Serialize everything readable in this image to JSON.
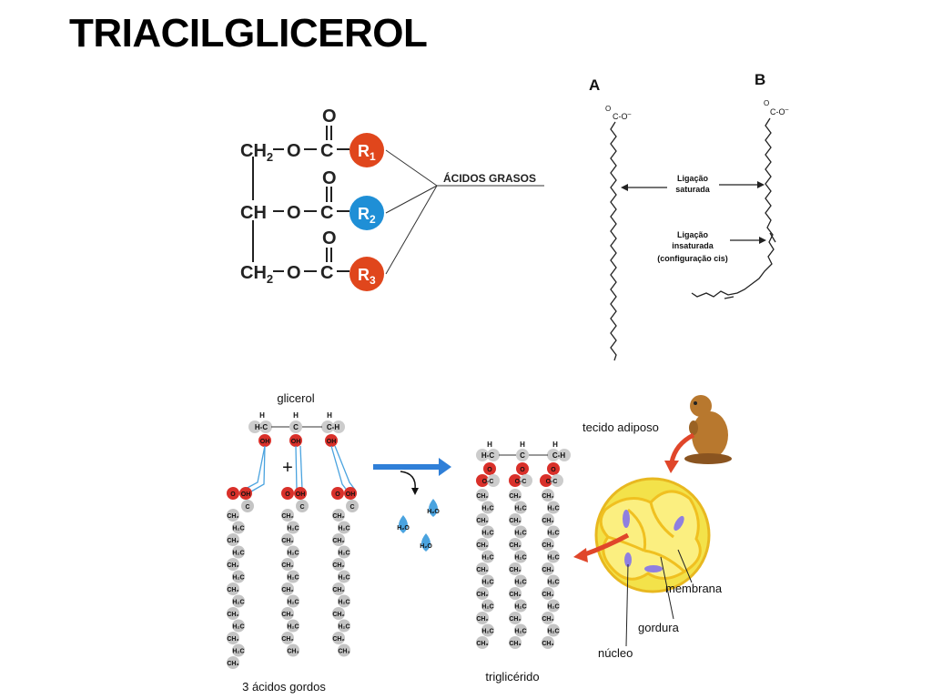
{
  "title": "TRIACILGLICEROL",
  "structure": {
    "rows": [
      {
        "left": "CH",
        "sub": "2",
        "link": "O",
        "carbon": "C",
        "oxygen": "O",
        "r": "R",
        "r_sub": "1",
        "r_color": "#e0461c"
      },
      {
        "left": "CH",
        "sub": "",
        "link": "O",
        "carbon": "C",
        "oxygen": "O",
        "r": "R",
        "r_sub": "2",
        "r_color": "#1f8fd6"
      },
      {
        "left": "CH",
        "sub": "2",
        "link": "O",
        "carbon": "C",
        "oxygen": "O",
        "r": "R",
        "r_sub": "3",
        "r_color": "#e0461c"
      }
    ],
    "fatty_acids_label": "ÁCIDOS GRASOS"
  },
  "fatty_acid_chains": {
    "label_a": "A",
    "label_b": "B",
    "carboxyl": "C-O",
    "carboxyl_charge": "–",
    "carbonyl_o": "O",
    "saturated_label": [
      "Ligação",
      "saturada"
    ],
    "unsaturated_label": [
      "Ligação",
      "insaturada",
      "(configuração cis)"
    ]
  },
  "reaction": {
    "glycerol_label": "glicerol",
    "plus": "+",
    "fatty_acids_label": "3 ácidos gordos",
    "triglyceride_label": "triglicérido",
    "water": "H₂O",
    "atom_h": "H",
    "atom_c": "C",
    "atom_hc": "H-C",
    "atom_ch": "C-H",
    "atom_oh": "OH",
    "atom_o": "O",
    "atom_oc": "O-C",
    "chain_ch2": "CH₂",
    "chain_h2c": "H₂C",
    "chain_ch": "CH",
    "chain_ch3": "CH₃",
    "colors": {
      "oxygen": "#d9302a",
      "hydrogen_water": "#4aa3df",
      "carbon": "#bbbbbb",
      "arrow": "#2f7fd8"
    }
  },
  "adipose": {
    "tissue_label": "tecido adiposo",
    "membrane_label": "membrana",
    "fat_label": "gordura",
    "nucleus_label": "núcleo",
    "colors": {
      "fat": "#f3e24a",
      "membrane": "#f0c020",
      "nucleus": "#8f7fe0",
      "arrow": "#e0462a",
      "animal": "#b8782e"
    }
  }
}
